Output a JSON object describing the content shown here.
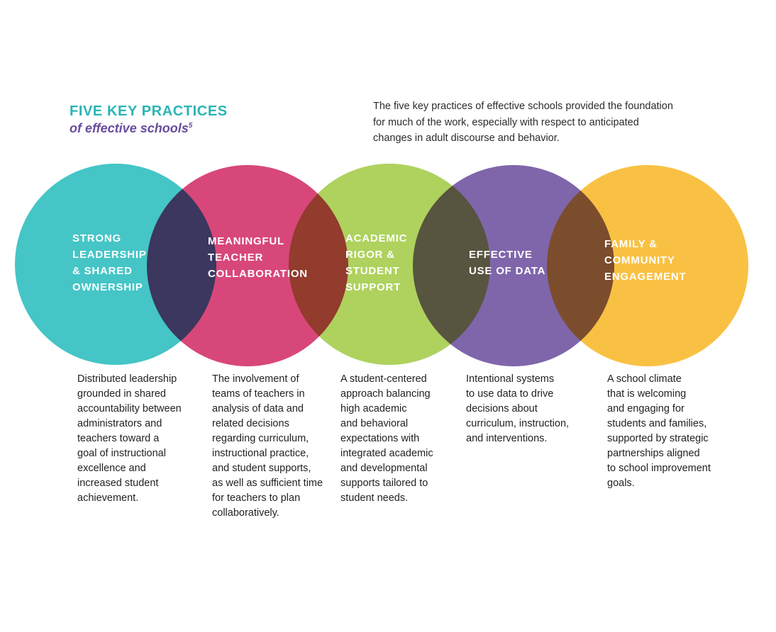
{
  "header": {
    "title": "FIVE KEY PRACTICES",
    "subtitle": "of effective schools",
    "subtitle_note": "5",
    "intro": "The five key practices of effective schools provided the foundation\nfor much of the work, especially with respect to anticipated\nchanges in adult discourse and behavior."
  },
  "colors": {
    "title": "#2ab5b5",
    "subtitle": "#6a4c9c",
    "leadership": "#45c5c6",
    "collaboration": "#d8477a",
    "rigor": "#aed25d",
    "data": "#7f66ab",
    "family": "#f9c143"
  },
  "practices": [
    {
      "id": "leadership",
      "label": "STRONG\nLEADERSHIP\n& SHARED\nOWNERSHIP",
      "description": "Distributed leadership\ngrounded in shared\naccountability between\nadministrators and\nteachers toward a\ngoal of instructional\nexcellence and\nincreased student\nachievement."
    },
    {
      "id": "collaboration",
      "label": "MEANINGFUL\nTEACHER\nCOLLABORATION",
      "description": "The involvement of\nteams of teachers in\nanalysis of data and\nrelated decisions\nregarding curriculum,\ninstructional practice,\nand student supports,\nas well as sufficient time\nfor teachers to plan\ncollaboratively."
    },
    {
      "id": "rigor",
      "label": "ACADEMIC\nRIGOR &\nSTUDENT\nSUPPORT",
      "description": "A student-centered\napproach balancing\nhigh academic\nand behavioral\nexpectations with\nintegrated academic\nand developmental\nsupports tailored to\nstudent needs."
    },
    {
      "id": "data",
      "label": "EFFECTIVE\nUSE OF DATA",
      "description": "Intentional systems\nto use data to drive\ndecisions about\ncurriculum, instruction,\nand interventions."
    },
    {
      "id": "family",
      "label": "FAMILY &\nCOMMUNITY\nENGAGEMENT",
      "description": "A school climate\nthat is welcoming\nand engaging for\nstudents and families,\nsupported by strategic\npartnerships aligned\nto school improvement\ngoals."
    }
  ]
}
